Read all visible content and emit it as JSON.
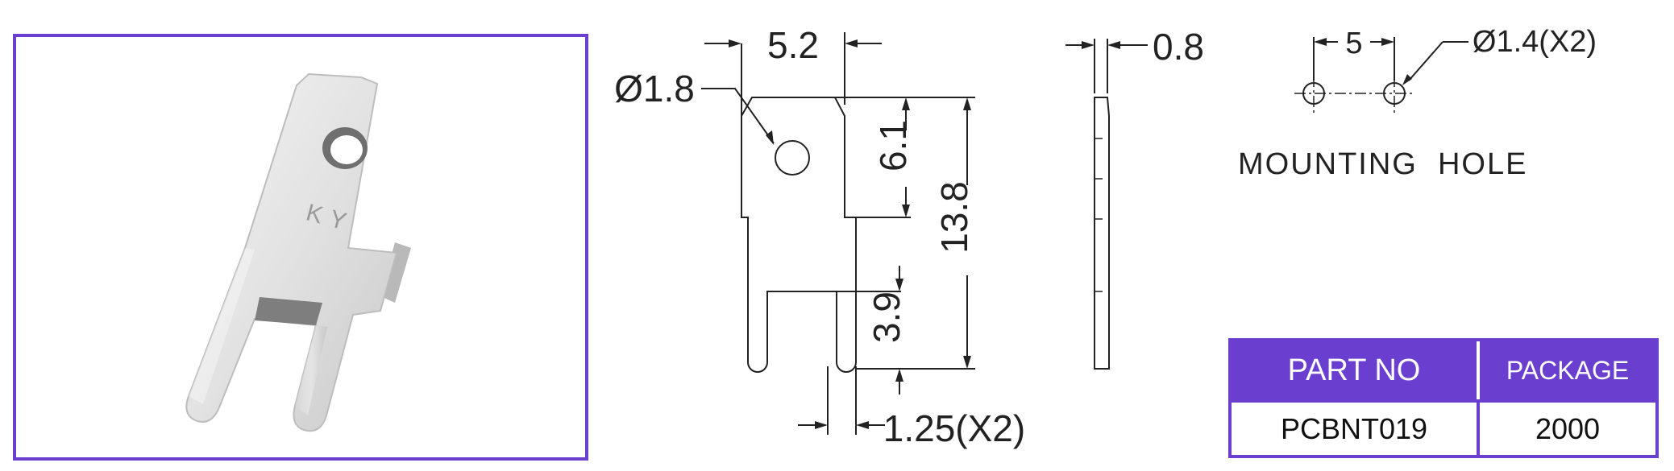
{
  "drawing": {
    "dims": {
      "width_top": "5.2",
      "hole_dia": "Ø1.8",
      "thickness": "0.8",
      "hole_from_top": "6.1",
      "total_length": "13.8",
      "slot_depth": "3.9",
      "leg_width": "1.25(X2)"
    },
    "stamp": "KY"
  },
  "mounting": {
    "pitch": "5",
    "hole_dia": "Ø1.4(X2)",
    "label": "MOUNTING  HOLE"
  },
  "table": {
    "headers": [
      "PART NO",
      "PACKAGE"
    ],
    "row": [
      "PCBNT019",
      "2000"
    ]
  },
  "colors": {
    "accent": "#6a3fd0",
    "line": "#222222"
  }
}
